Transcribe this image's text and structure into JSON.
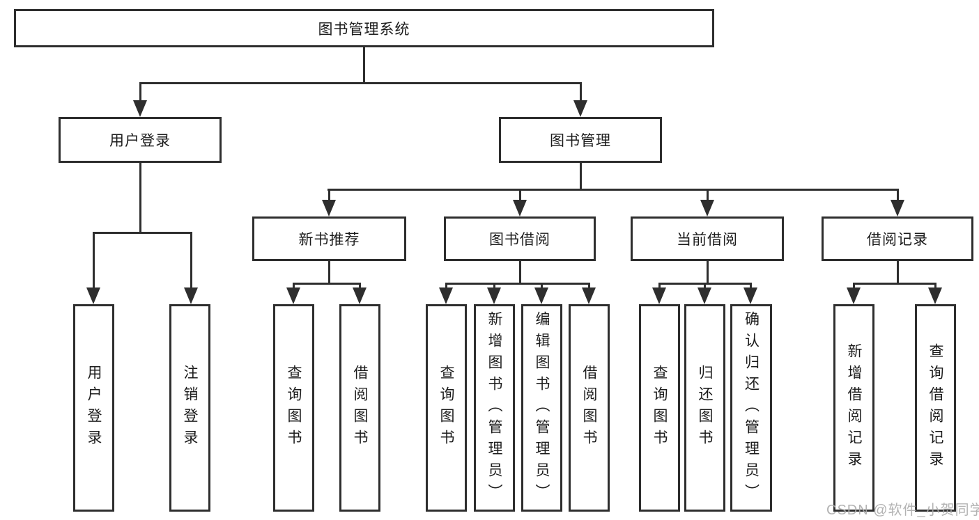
{
  "diagram": {
    "title": "图书管理系统",
    "colors": {
      "line": "#2e2e2e",
      "text": "#1c1c1c",
      "background": "#ffffff",
      "watermark": "#ababab"
    },
    "nodes": {
      "root": {
        "label": "图书管理系统"
      },
      "user_login": {
        "label": "用户登录"
      },
      "book_mgmt": {
        "label": "图书管理"
      },
      "new_book_rec": {
        "label": "新书推荐"
      },
      "book_borrow": {
        "label": "图书借阅"
      },
      "current_borrow": {
        "label": "当前借阅"
      },
      "borrow_records": {
        "label": "借阅记录"
      },
      "leaves": {
        "user_login": [
          "用户登录",
          "注销登录"
        ],
        "new_book_rec": [
          "查询图书",
          "借阅图书"
        ],
        "book_borrow": [
          "查询图书",
          "新增图书（管理员）",
          "编辑图书（管理员）",
          "借阅图书"
        ],
        "current_borrow": [
          "查询图书",
          "归还图书",
          "确认归还（管理员）"
        ],
        "borrow_records": [
          "新增借阅记录",
          "查询借阅记录"
        ]
      }
    }
  },
  "watermark": {
    "text": "CSDN @软件_小贺同学"
  }
}
